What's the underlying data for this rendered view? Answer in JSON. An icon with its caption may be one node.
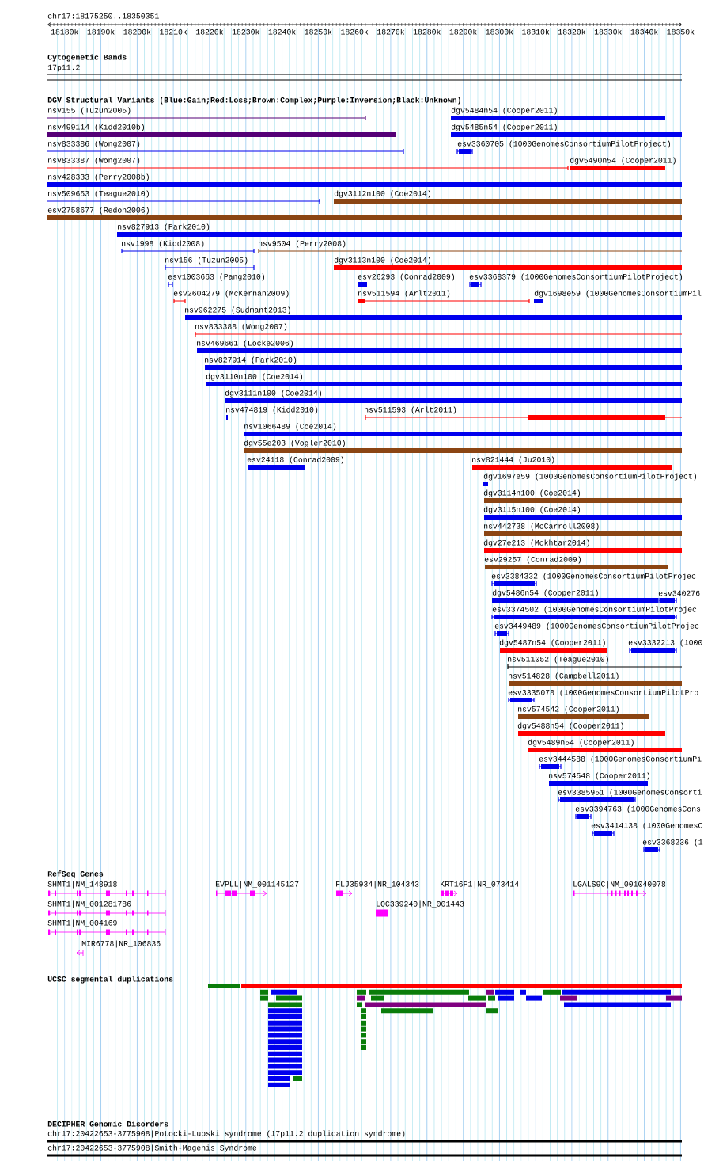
{
  "diagram": {
    "labels": [
      "chr17:18175250..18350351",
      "18180k",
      "18190k",
      "18200k",
      "18210k",
      "18220k",
      "18230k",
      "18240k",
      "18250k",
      "18260k",
      "18270k",
      "18280k",
      "18290k",
      "18300k",
      "18310k",
      "18320k",
      "18330k",
      "18340k",
      "18350k",
      "Cytogenetic Bands",
      "17p11.2",
      "DGV Structural Variants (Blue:Gain;Red:Loss;Brown:Complex;Purple:Inversion;Black:Unknown)",
      "nsv155 (Tuzun2005)",
      "dgv5484n54 (Cooper2011)",
      "nsv499114 (Kidd2010b)",
      "dgv5485n54 (Cooper2011)",
      "nsv833386 (Wong2007)",
      "esv3360705 (1000GenomesConsortiumPilotProject)",
      "nsv833387 (Wong2007)",
      "dgv5490n54 (Cooper2011)",
      "nsv428333 (Perry2008b)",
      "nsv509653 (Teague2010)",
      "dgv3112n100 (Coe2014)",
      "esv2758677 (Redon2006)",
      "nsv827913 (Park2010)",
      "nsv1998 (Kidd2008)",
      "nsv9504 (Perry2008)",
      "nsv156 (Tuzun2005)",
      "dgv3113n100 (Coe2014)",
      "esv1003663 (Pang2010)",
      "esv26293 (Conrad2009)",
      "esv3368379 (1000GenomesConsortiumPilotProject)",
      "esv2604279 (McKernan2009)",
      "nsv511594 (Arlt2011)",
      "dgv1698e59 (1000GenomesConsortiumPil",
      "nsv962275 (Sudmant2013)",
      "nsv833388 (Wong2007)",
      "nsv469661 (Locke2006)",
      "nsv827914 (Park2010)",
      "dgv3110n100 (Coe2014)",
      "dgv3111n100 (Coe2014)",
      "nsv474819 (Kidd2010)",
      "nsv511593 (Arlt2011)",
      "nsv1066489 (Coe2014)",
      "dgv55e203 (Vogler2010)",
      "esv24118 (Conrad2009)",
      "nsv821444 (Ju2010)",
      "dgv1697e59 (1000GenomesConsortiumPilotProject)",
      "dgv3114n100 (Coe2014)",
      "dgv3115n100 (Coe2014)",
      "nsv442738 (McCarroll2008)",
      "dgv27e213 (Mokhtar2014)",
      "esv29257 (Conrad2009)",
      "esv3384332 (1000GenomesConsortiumPilotProjec",
      "dgv5486n54 (Cooper2011)",
      "esv340276",
      "esv3374502 (1000GenomesConsortiumPilotProjec",
      "esv3449489 (1000GenomesConsortiumPilotProjec",
      "dgv5487n54 (Cooper2011)",
      "esv3332213 (1000",
      "nsv511052 (Teague2010)",
      "nsv514828 (Campbell2011)",
      "esv3335078 (1000GenomesConsortiumPilotPro",
      "nsv574542 (Cooper2011)",
      "dgv5488n54 (Cooper2011)",
      "dgv5489n54 (Cooper2011)",
      "esv3444588 (1000GenomesConsortiumPi",
      "nsv574548 (Cooper2011)",
      "esv3385951 (1000GenomesConsorti",
      "esv3394763 (1000GenomesCons",
      "esv3414138 (1000GenomesC",
      "esv3368236 (1",
      "RefSeq Genes",
      "SHMT1|NM_148918",
      "EVPLL|NM_001145127",
      "FLJ35934|NR_104343",
      "KRT16P1|NR_073414",
      "LGALS9C|NM_001040078",
      "SHMT1|NM_001281786",
      "LOC339240|NR_001443",
      "SHMT1|NM_004169",
      "MIR6778|NR_106836",
      "UCSC segmental duplications",
      "DECIPHER Genomic Disorders",
      "chr17:20422653-3775908|Potocki-Lupski syndrome (17p11.2 duplication syndrome)",
      "chr17:20422653-3775908|Smith-Magenis Syndrome"
    ]
  }
}
